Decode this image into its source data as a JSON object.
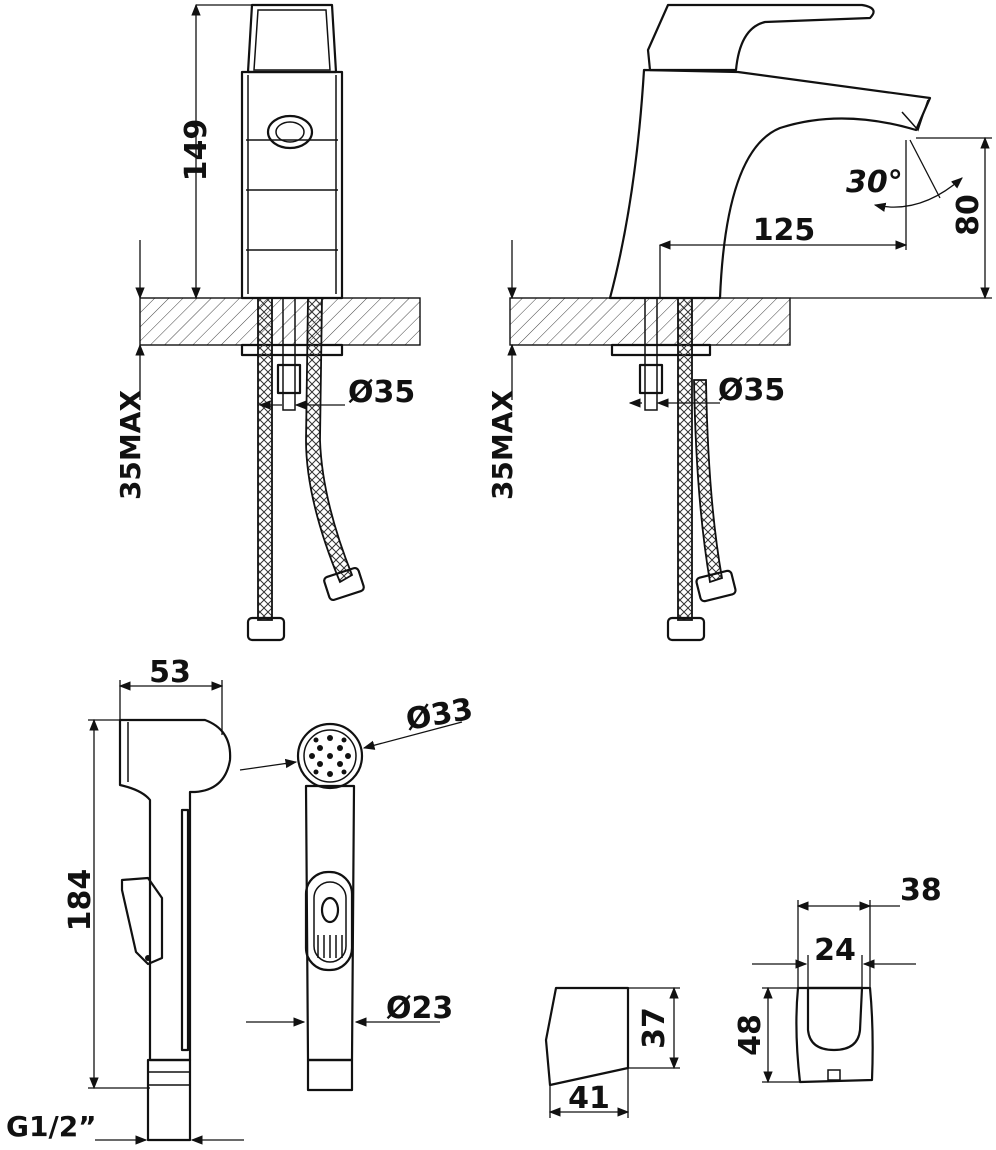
{
  "front_view": {
    "height_label": "149",
    "max_thickness_label": "35MAX",
    "hole_diameter_label": "Ø35"
  },
  "side_view": {
    "spout_reach_label": "125",
    "spout_height_label": "80",
    "angle_label": "30°",
    "max_thickness_label": "35MAX",
    "hole_diameter_label": "Ø35"
  },
  "hand_shower_side": {
    "width_label": "53",
    "length_label": "184",
    "thread_label": "G1/2”"
  },
  "hand_shower_front": {
    "head_diameter_label": "Ø33",
    "handle_diameter_label": "Ø23"
  },
  "wall_holder_side": {
    "height_label": "37",
    "depth_label": "41"
  },
  "wall_holder_front": {
    "outer_width_label": "38",
    "inner_width_label": "24",
    "height_label": "48"
  }
}
